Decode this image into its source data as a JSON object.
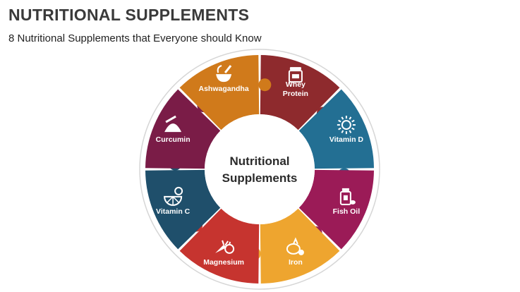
{
  "header": {
    "title": "NUTRITIONAL SUPPLEMENTS",
    "subtitle": "8 Nutritional Supplements that Everyone should Know"
  },
  "center": {
    "line1": "Nutritional",
    "line2": "Supplements"
  },
  "segments": [
    {
      "label_lines": [
        "Whey",
        "Protein"
      ],
      "color": "#8e2a2d",
      "icon": "protein-jar-icon"
    },
    {
      "label_lines": [
        "Vitamin D"
      ],
      "color": "#236f93",
      "icon": "sun-icon"
    },
    {
      "label_lines": [
        "Fish Oil"
      ],
      "color": "#9b1b57",
      "icon": "supplement-bottle-icon"
    },
    {
      "label_lines": [
        "Iron"
      ],
      "color": "#eea52f",
      "icon": "vegetables-icon"
    },
    {
      "label_lines": [
        "Magnesium"
      ],
      "color": "#c6342f",
      "icon": "carrot-apple-icon"
    },
    {
      "label_lines": [
        "Vitamin C"
      ],
      "color": "#1f4f6b",
      "icon": "citrus-icon"
    },
    {
      "label_lines": [
        "Curcumin"
      ],
      "color": "#7a1c47",
      "icon": "spice-powder-icon"
    },
    {
      "label_lines": [
        "Ashwagandha"
      ],
      "color": "#d07a1b",
      "icon": "mortar-herb-icon"
    }
  ]
}
